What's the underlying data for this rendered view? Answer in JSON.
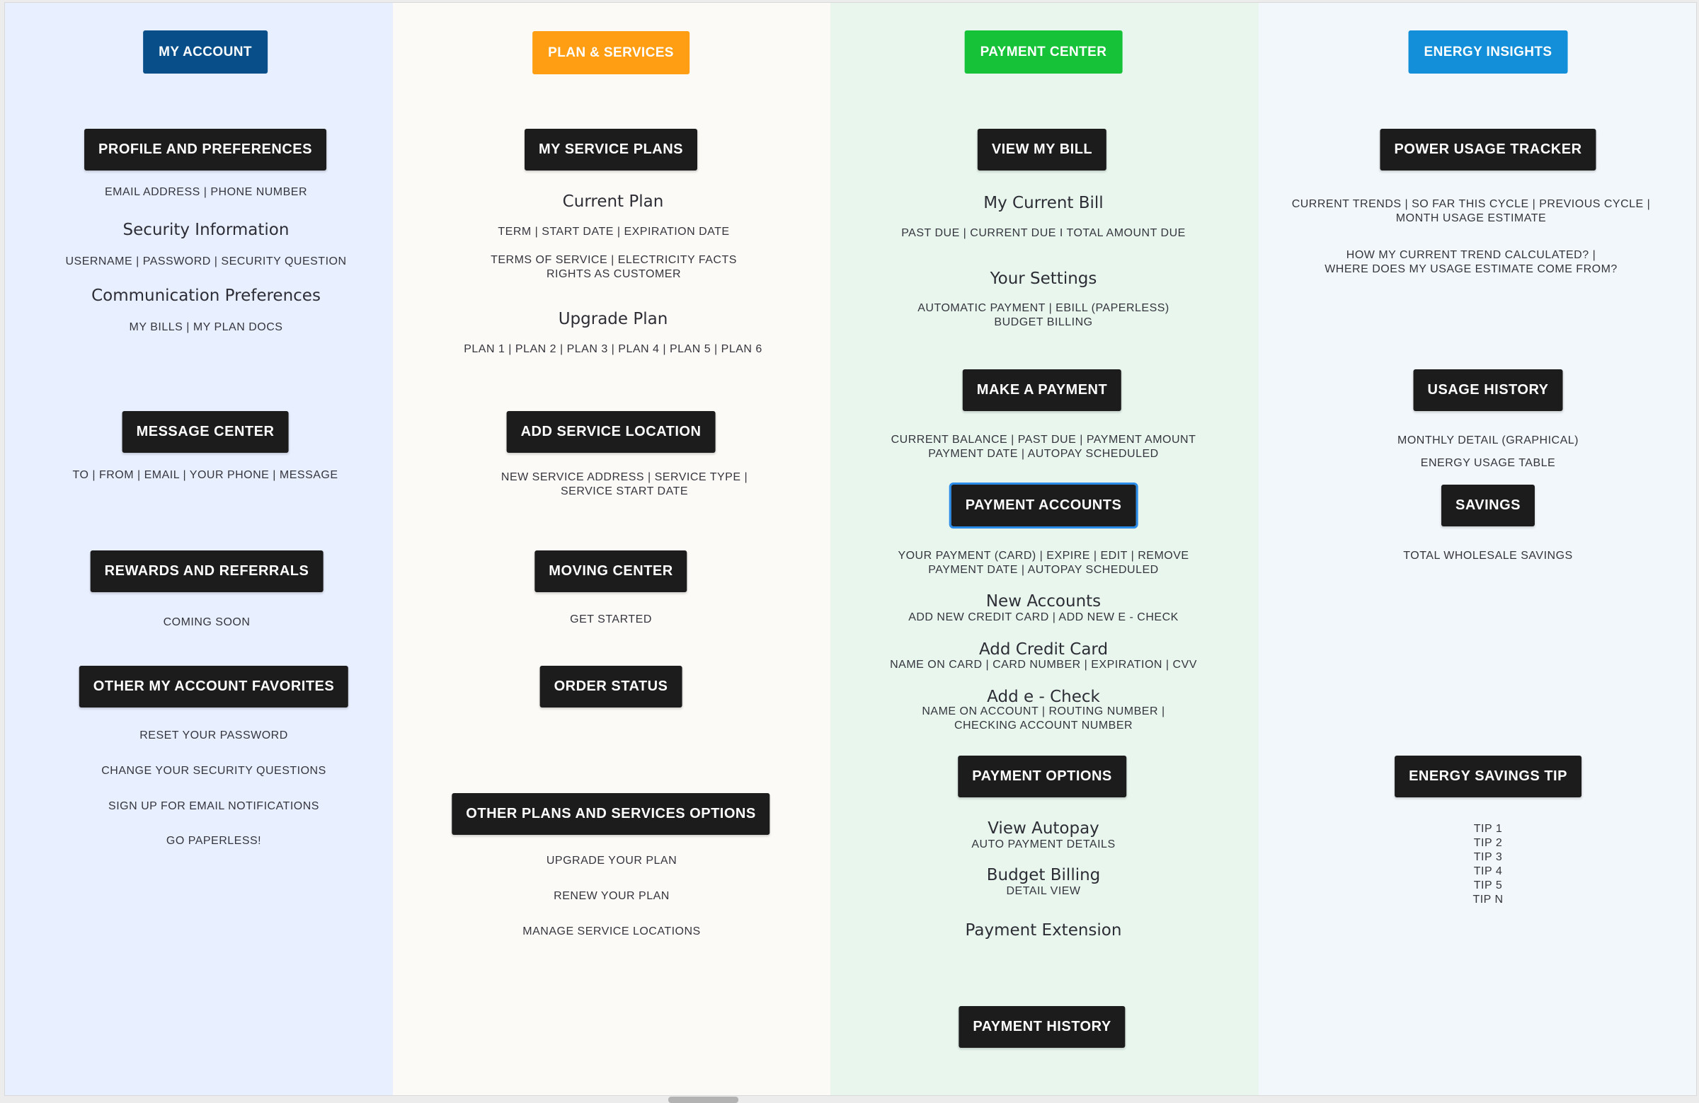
{
  "columns": [
    {
      "name": "MY ACCOUNT",
      "accent": "#084f8a",
      "items": [
        {
          "kind": "btn",
          "text": "PROFILE AND PREFERENCES"
        },
        {
          "kind": "sub",
          "text": "EMAIL ADDRESS  |  PHONE NUMBER"
        },
        {
          "kind": "title",
          "text": "Security Information"
        },
        {
          "kind": "sub",
          "text": "USERNAME  |  PASSWORD  |  SECURITY QUESTION"
        },
        {
          "kind": "title",
          "text": "Communication Preferences"
        },
        {
          "kind": "sub",
          "text": "MY BILLS  |  MY PLAN DOCS"
        },
        {
          "kind": "btn",
          "text": "MESSAGE CENTER"
        },
        {
          "kind": "sub",
          "text": "TO | FROM | EMAIL | YOUR PHONE | MESSAGE"
        },
        {
          "kind": "btn",
          "text": "REWARDS AND REFERRALS"
        },
        {
          "kind": "sub",
          "text": "COMING SOON"
        },
        {
          "kind": "btn",
          "text": "OTHER MY ACCOUNT FAVORITES"
        },
        {
          "kind": "sub",
          "text": "RESET YOUR PASSWORD"
        },
        {
          "kind": "sub",
          "text": "CHANGE YOUR SECURITY QUESTIONS"
        },
        {
          "kind": "sub",
          "text": "SIGN UP FOR EMAIL NOTIFICATIONS"
        },
        {
          "kind": "sub",
          "text": "GO PAPERLESS!"
        }
      ]
    },
    {
      "name": "PLAN & SERVICES",
      "accent": "#ff9e12",
      "items": [
        {
          "kind": "btn",
          "text": "MY SERVICE PLANS"
        },
        {
          "kind": "title",
          "text": "Current Plan"
        },
        {
          "kind": "sub",
          "text": "TERM  |  START DATE  |  EXPIRATION DATE"
        },
        {
          "kind": "sub",
          "text": "TERMS OF SERVICE | ELECTRICITY FACTS"
        },
        {
          "kind": "sub",
          "text": "RIGHTS AS CUSTOMER"
        },
        {
          "kind": "title",
          "text": "Upgrade Plan"
        },
        {
          "kind": "sub",
          "text": "PLAN 1  |  PLAN 2  |  PLAN 3 | PLAN 4 | PLAN 5 | PLAN 6"
        },
        {
          "kind": "btn",
          "text": "ADD SERVICE LOCATION"
        },
        {
          "kind": "sub",
          "text": "NEW SERVICE ADDRESS | SERVICE TYPE |"
        },
        {
          "kind": "sub",
          "text": "SERVICE START DATE"
        },
        {
          "kind": "btn",
          "text": "MOVING CENTER"
        },
        {
          "kind": "sub",
          "text": "GET STARTED"
        },
        {
          "kind": "btn",
          "text": "ORDER STATUS"
        },
        {
          "kind": "btn",
          "text": "OTHER PLANS AND SERVICES OPTIONS"
        },
        {
          "kind": "sub",
          "text": "UPGRADE YOUR PLAN"
        },
        {
          "kind": "sub",
          "text": "RENEW YOUR PLAN"
        },
        {
          "kind": "sub",
          "text": "MANAGE SERVICE LOCATIONS"
        }
      ]
    },
    {
      "name": "PAYMENT CENTER",
      "accent": "#16c238",
      "items": [
        {
          "kind": "btn",
          "text": "VIEW MY BILL"
        },
        {
          "kind": "title",
          "text": "My Current Bill"
        },
        {
          "kind": "sub",
          "text": "PAST DUE |  CURRENT DUE I TOTAL AMOUNT DUE"
        },
        {
          "kind": "title",
          "text": "Your Settings"
        },
        {
          "kind": "sub",
          "text": "AUTOMATIC PAYMENT |  EBILL (PAPERLESS)"
        },
        {
          "kind": "sub",
          "text": "BUDGET BILLING"
        },
        {
          "kind": "btn",
          "text": "MAKE A PAYMENT"
        },
        {
          "kind": "sub",
          "text": "CURRENT BALANCE |  PAST DUE | PAYMENT AMOUNT"
        },
        {
          "kind": "sub",
          "text": "PAYMENT DATE | AUTOPAY SCHEDULED"
        },
        {
          "kind": "btn",
          "text": "PAYMENT ACCOUNTS"
        },
        {
          "kind": "sub",
          "text": "YOUR PAYMENT (CARD) |  EXPIRE | EDIT | REMOVE"
        },
        {
          "kind": "sub",
          "text": "PAYMENT DATE | AUTOPAY SCHEDULED"
        },
        {
          "kind": "title",
          "text": "New Accounts"
        },
        {
          "kind": "sub",
          "text": "ADD NEW CREDIT CARD |  ADD NEW E - CHECK"
        },
        {
          "kind": "title",
          "text": "Add Credit Card"
        },
        {
          "kind": "sub",
          "text": "NAME ON CARD |  CARD NUMBER | EXPIRATION  | CVV"
        },
        {
          "kind": "title",
          "text": "Add e - Check"
        },
        {
          "kind": "sub",
          "text": "NAME ON ACCOUNT |  ROUTING NUMBER |"
        },
        {
          "kind": "sub",
          "text": "CHECKING ACCOUNT NUMBER"
        },
        {
          "kind": "btn",
          "text": "PAYMENT OPTIONS"
        },
        {
          "kind": "title",
          "text": "View Autopay"
        },
        {
          "kind": "sub",
          "text": "AUTO PAYMENT DETAILS"
        },
        {
          "kind": "title",
          "text": "Budget Billing"
        },
        {
          "kind": "sub",
          "text": "DETAIL VIEW"
        },
        {
          "kind": "title",
          "text": "Payment Extension"
        },
        {
          "kind": "btn",
          "text": "PAYMENT HISTORY"
        }
      ]
    },
    {
      "name": "ENERGY INSIGHTS",
      "accent": "#128fd8",
      "items": [
        {
          "kind": "btn",
          "text": "POWER USAGE TRACKER"
        },
        {
          "kind": "sub",
          "text": "CURRENT TRENDS | SO FAR THIS CYCLE | PREVIOUS CYCLE |"
        },
        {
          "kind": "sub",
          "text": "MONTH USAGE ESTIMATE"
        },
        {
          "kind": "sub",
          "text": "HOW MY CURRENT TREND CALCULATED? |"
        },
        {
          "kind": "sub",
          "text": "WHERE DOES MY USAGE ESTIMATE COME FROM?"
        },
        {
          "kind": "btn",
          "text": "USAGE HISTORY"
        },
        {
          "kind": "sub",
          "text": "MONTHLY DETAIL (GRAPHICAL)"
        },
        {
          "kind": "sub",
          "text": "ENERGY USAGE TABLE"
        },
        {
          "kind": "btn",
          "text": "SAVINGS"
        },
        {
          "kind": "sub",
          "text": "TOTAL WHOLESALE SAVINGS"
        },
        {
          "kind": "btn",
          "text": "ENERGY SAVINGS TIP"
        },
        {
          "kind": "sub",
          "text": "TIP 1"
        },
        {
          "kind": "sub",
          "text": "TIP 2"
        },
        {
          "kind": "sub",
          "text": "TIP 3"
        },
        {
          "kind": "sub",
          "text": "TIP 4"
        },
        {
          "kind": "sub",
          "text": "TIP 5"
        },
        {
          "kind": "sub",
          "text": "TIP N"
        }
      ]
    }
  ]
}
